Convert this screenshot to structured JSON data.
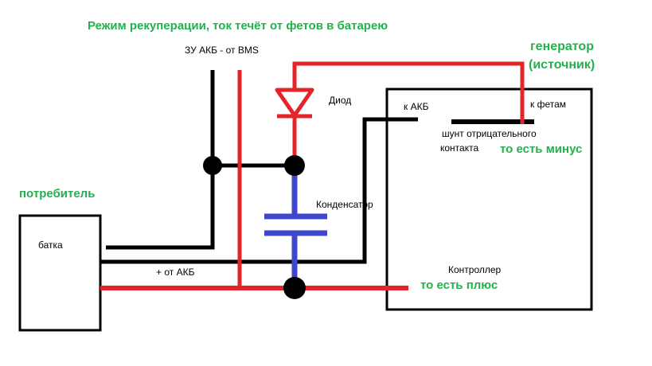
{
  "colors": {
    "wire_black": "#000000",
    "wire_red": "#e3242b",
    "capacitor_blue": "#3f48cc",
    "annotation_green": "#22b14c"
  },
  "labels": {
    "title": "Режим рекуперации, ток течёт от фетов в батарею",
    "charger": "ЗУ АКБ - от BMS",
    "generator_line1": "генератор",
    "generator_line2": "(источник)",
    "diode": "Диод",
    "to_battery_terminal": "к АКБ",
    "to_fets": "к фетам",
    "shunt_line1": "шунт отрицательного",
    "shunt_line2": "контакта",
    "minus_note": "то есть минус",
    "consumer": "потребитель",
    "battery": "батка",
    "capacitor": "Конденсатор",
    "plus_from_battery": "+ от АКБ",
    "controller": "Контроллер",
    "plus_note": "то есть плюс"
  }
}
